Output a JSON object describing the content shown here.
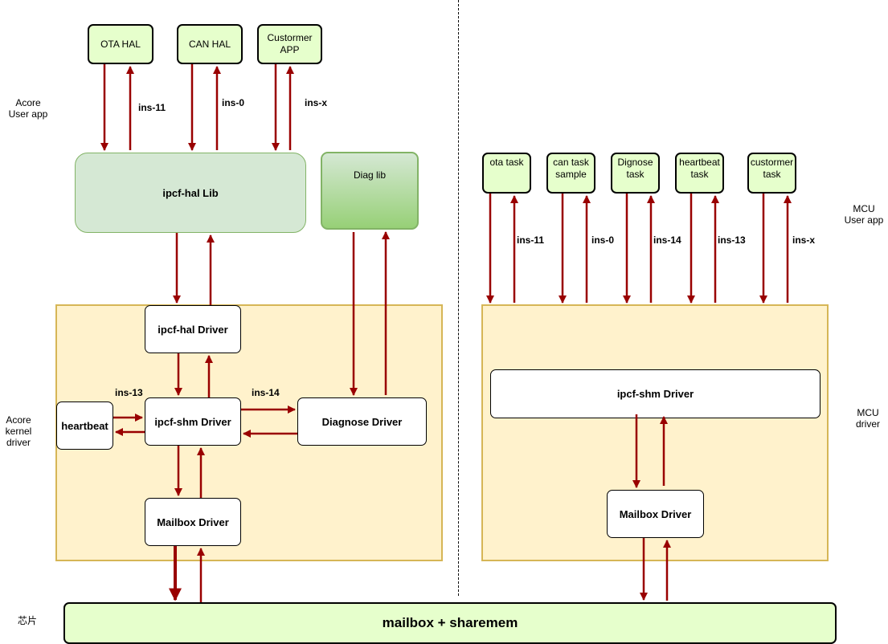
{
  "side_labels": {
    "acore_user_app": [
      "Acore",
      "User app"
    ],
    "acore_kernel_driver": [
      "Acore",
      "kernel",
      "driver"
    ],
    "chip": "芯片",
    "mcu_user_app": [
      "MCU",
      "User app"
    ],
    "mcu_driver": [
      "MCU",
      "driver"
    ]
  },
  "acore": {
    "hals": [
      {
        "label": "OTA  HAL"
      },
      {
        "label": "CAN HAL"
      },
      {
        "label": "Custormer APP"
      }
    ],
    "ins_labels": [
      "ins-11",
      "ins-0",
      "ins-x"
    ],
    "lib": "ipcf-hal Lib",
    "diag_lib": "Diag lib",
    "hal_driver": "ipcf-hal Driver",
    "shm_driver": "ipcf-shm Driver",
    "heartbeat": "heartbeat",
    "diagnose_driver": "Diagnose Driver",
    "mailbox_driver": "Mailbox Driver",
    "ins_heartbeat": "ins-13",
    "ins_diagnose": "ins-14"
  },
  "mcu": {
    "tasks": [
      {
        "label": "ota task"
      },
      {
        "label": "can task sample"
      },
      {
        "label": "Dignose task"
      },
      {
        "label": "heartbeat task"
      },
      {
        "label": "custormer task"
      }
    ],
    "ins_labels": [
      "ins-11",
      "ins-0",
      "ins-14",
      "ins-13",
      "ins-x"
    ],
    "shm_driver": "ipcf-shm Driver",
    "mailbox_driver": "Mailbox Driver"
  },
  "chip_bar": "mailbox + sharemem",
  "colors": {
    "arrow": "#990000",
    "region_fill": "#fff2cc",
    "region_border": "#d6b656",
    "lib_fill": "#d5e8d4",
    "lib_border": "#82b366",
    "hal_fill": "#e6ffcc"
  }
}
